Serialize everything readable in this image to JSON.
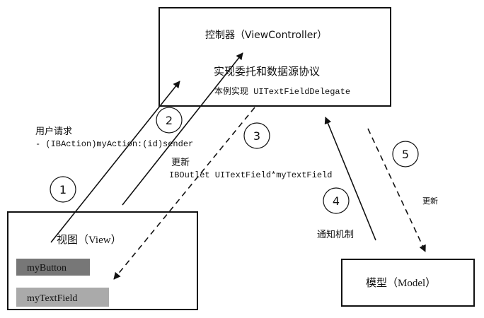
{
  "controller": {
    "title": "控制器（ViewController）",
    "line1": "实现委托和数据源协议",
    "line2": "本例实现 UITextFieldDelegate"
  },
  "view": {
    "title": "视图（View）",
    "button_label": "myButton",
    "textfield_label": "myTextField"
  },
  "model": {
    "title": "模型（Model）"
  },
  "annotations": {
    "user_request": "用户请求",
    "action_signature": "- (IBAction)myAction:(id)sender",
    "update_left": "更新",
    "outlet_signature": "IBOutlet UITextField*myTextField",
    "notification": "通知机制",
    "update_right": "更新"
  },
  "steps": [
    "1",
    "2",
    "3",
    "4",
    "5"
  ]
}
